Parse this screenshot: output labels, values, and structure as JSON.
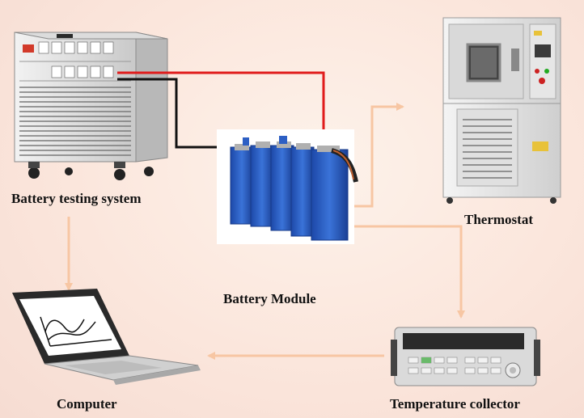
{
  "labels": {
    "battery_testing_system": "Battery testing system",
    "thermostat": "Thermostat",
    "battery_module": "Battery Module",
    "computer": "Computer",
    "temperature_collector": "Temperature collector"
  },
  "colors": {
    "arrow": "#f7c6a3",
    "positive_cable": "#e01b1b",
    "negative_cable": "#111111",
    "cell_blue": "#2d5fc4"
  }
}
